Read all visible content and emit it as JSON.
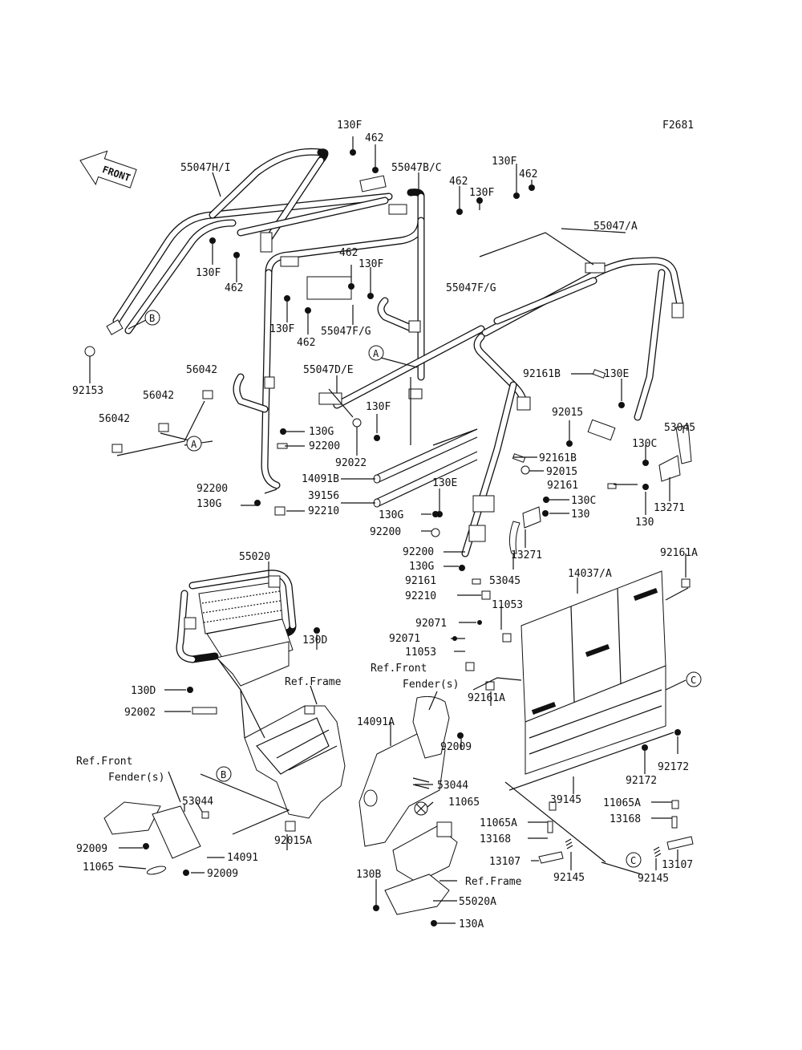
{
  "diagram": {
    "figure_code": "F2681",
    "front_arrow": "FRONT",
    "labels": {
      "p_130F_1": "130F",
      "p_462_1": "462",
      "p_130F_2": "130F",
      "p_462_2": "462",
      "p_462_3": "462",
      "p_130F_3": "130F",
      "p_55047HI": "55047H/I",
      "p_55047BC": "55047B/C",
      "p_55047A": "55047/A",
      "p_130F_4": "130F",
      "p_462_4": "462",
      "p_462_5": "462",
      "p_130F_5": "130F",
      "p_55047FG_1": "55047F/G",
      "p_130F_6": "130F",
      "p_462_6": "462",
      "p_55047FG_2": "55047F/G",
      "p_92153": "92153",
      "p_56042_1": "56042",
      "p_56042_2": "56042",
      "p_56042_3": "56042",
      "p_55047DE": "55047D/E",
      "p_130F_7": "130F",
      "p_130G_1": "130G",
      "p_92200_1": "92200",
      "p_92022": "92022",
      "p_14091B": "14091B",
      "p_39156": "39156",
      "p_92200_2": "92200",
      "p_130G_2": "130G",
      "p_92210_1": "92210",
      "p_92161B_1": "92161B",
      "p_130E_1": "130E",
      "p_92015_1": "92015",
      "p_53045_1": "53045",
      "p_92161B_2": "92161B",
      "p_92015_2": "92015",
      "p_130C_1": "130C",
      "p_92161_1": "92161",
      "p_130E_2": "130E",
      "p_13271_1": "13271",
      "p_130_1": "130",
      "p_130G_3": "130G",
      "p_130C_2": "130C",
      "p_92200_3": "92200",
      "p_130_2": "130",
      "p_92200_4": "92200",
      "p_13271_2": "13271",
      "p_130G_4": "130G",
      "p_92161_2": "92161",
      "p_53045_2": "53045",
      "p_92210_2": "92210",
      "p_55020": "55020",
      "p_14037A": "14037/A",
      "p_92161A_1": "92161A",
      "p_11053_1": "11053",
      "p_130D_1": "130D",
      "p_92071_1": "92071",
      "p_92071_2": "92071",
      "p_11053_2": "11053",
      "p_ref_front_fender_1": "Ref.Front",
      "p_ref_front_fender_1b": "Fender(s)",
      "p_ref_frame_1": "Ref.Frame",
      "p_130D_2": "130D",
      "p_92002": "92002",
      "p_92161A_2": "92161A",
      "p_14091A": "14091A",
      "p_92172_1": "92172",
      "p_92172_2": "92172",
      "p_92009_1": "92009",
      "p_ref_front_fender_2": "Ref.Front",
      "p_ref_front_fender_2b": "Fender(s)",
      "p_53044_1": "53044",
      "p_11065_1": "11065",
      "p_39145": "39145",
      "p_11065A_1": "11065A",
      "p_53044_2": "53044",
      "p_13168_1": "13168",
      "p_92015A": "92015A",
      "p_11065A_2": "11065A",
      "p_13168_2": "13168",
      "p_92009_2": "92009",
      "p_13107_1": "13107",
      "p_13107_2": "13107",
      "p_14091": "14091",
      "p_11065_2": "11065",
      "p_92009_3": "92009",
      "p_92145_1": "92145",
      "p_92145_2": "92145",
      "p_ref_frame_2": "Ref.Frame",
      "p_130B": "130B",
      "p_55020A": "55020A",
      "p_130A": "130A"
    },
    "callouts": {
      "A": "A",
      "B": "B",
      "C": "C"
    }
  }
}
